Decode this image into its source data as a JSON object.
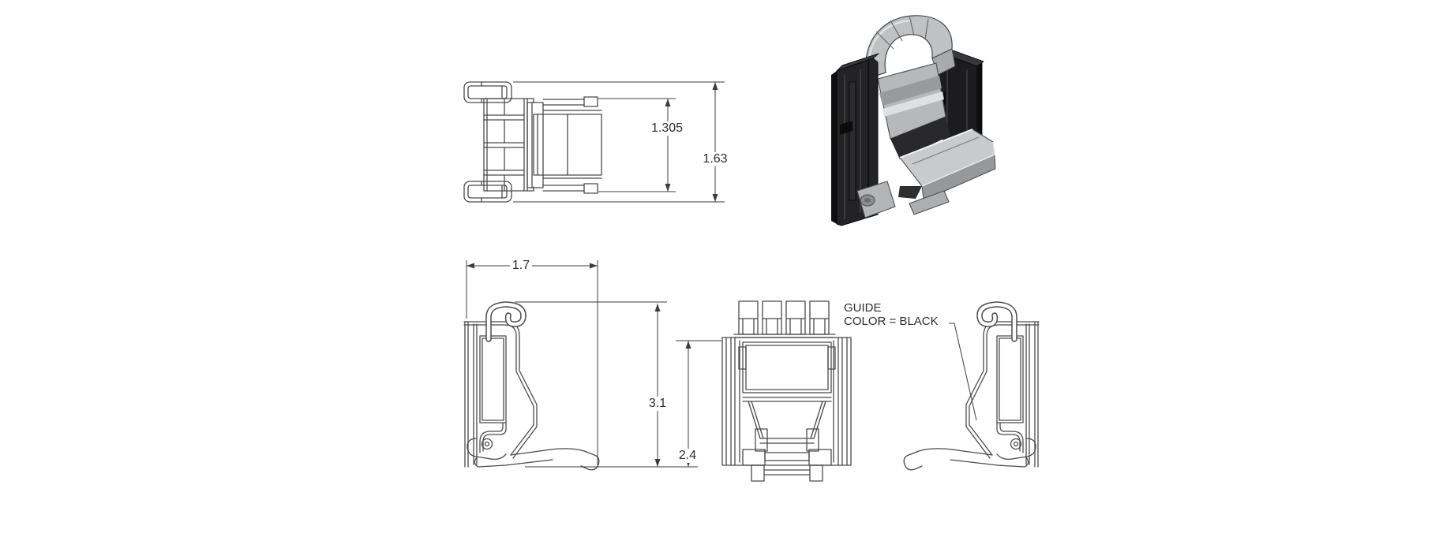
{
  "colors": {
    "background": "#ffffff",
    "line": "#4a4a4a",
    "dimension": "#3d3d3d",
    "text": "#2d2d2d",
    "iso_guide_black": "#1e1e20",
    "iso_clip_gray": "#bfc0c2"
  },
  "dimensions": {
    "top_view_inner_height": "1.305",
    "top_view_outer_height": "1.63",
    "side_view_width": "1.7",
    "side_view_overall_height": "3.1",
    "front_view_body_height": "2.4"
  },
  "note": {
    "line1": "GUIDE",
    "line2": "COLOR = BLACK"
  }
}
